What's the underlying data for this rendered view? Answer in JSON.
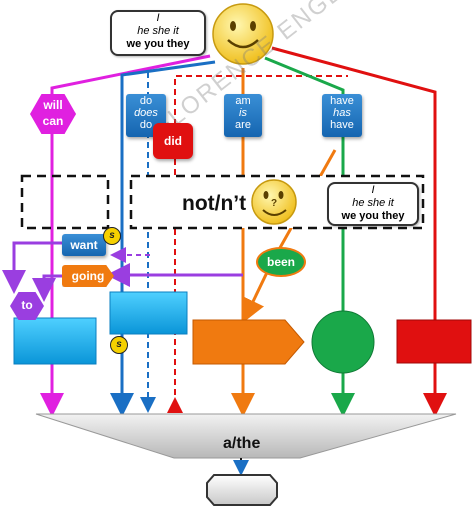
{
  "smiley_top": {
    "bubble_line1": "I",
    "bubble_line2": "he she it",
    "bubble_line3": "we you they"
  },
  "smiley_mid": {
    "face_mark": "?",
    "bubble_line1": "I",
    "bubble_line2": "he she it",
    "bubble_line3": "we you they"
  },
  "modal": {
    "line1": "will",
    "line2": "can"
  },
  "do_box": {
    "line1": "do",
    "line2": "does",
    "line3": "do"
  },
  "did_box": {
    "label": "did"
  },
  "be_box": {
    "line1": "am",
    "line2": "is",
    "line3": "are"
  },
  "have_box": {
    "line1": "have",
    "line2": "has",
    "line3": "have"
  },
  "negation": {
    "label": "not/n’t"
  },
  "want_box": {
    "label": "want",
    "badge": "s"
  },
  "going_box": {
    "label": "going"
  },
  "to_box": {
    "label": "to"
  },
  "s_badge": {
    "label": "s"
  },
  "been_oval": {
    "label": "been"
  },
  "article": {
    "label": "a/the"
  },
  "watermark": {
    "text": "FLORENCE ENGLISH CLUB"
  },
  "colors": {
    "magenta": "#e020e0",
    "blue": "#1a6fc4",
    "red": "#e01010",
    "orange": "#f07a10",
    "green": "#1aa84a",
    "purple": "#9a3ee0",
    "cyan": "#1fb4ee"
  }
}
